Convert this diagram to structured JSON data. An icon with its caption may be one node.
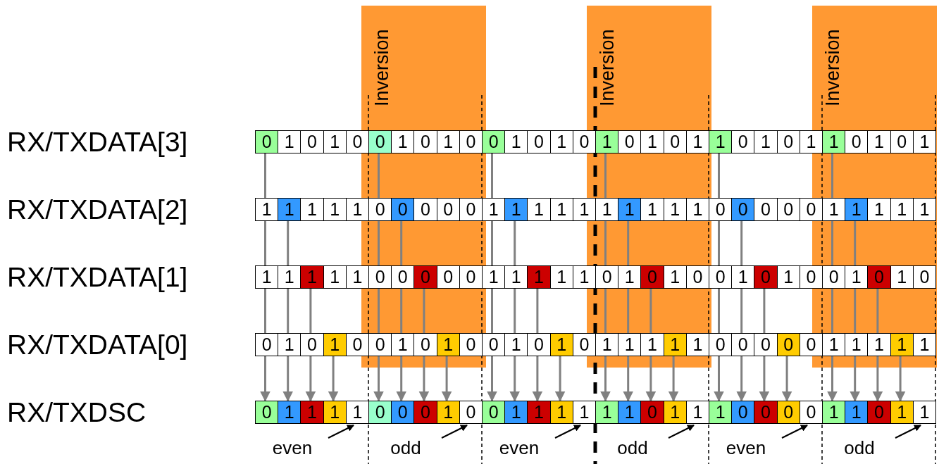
{
  "diagram": {
    "nodes": [
      {
        "text": [
          "Inversion"
        ]
      },
      {
        "text": [
          "Inversion"
        ]
      },
      {
        "text": [
          "Inversion"
        ]
      },
      {
        "text": [
          "0"
        ]
      },
      {
        "text": [
          "1"
        ]
      },
      {
        "text": [
          "0"
        ]
      },
      {
        "text": [
          "1"
        ]
      },
      {
        "text": [
          "0"
        ]
      },
      {
        "text": [
          "0"
        ]
      },
      {
        "text": [
          "1"
        ]
      },
      {
        "text": [
          "0"
        ]
      },
      {
        "text": [
          "1"
        ]
      },
      {
        "text": [
          "0"
        ]
      },
      {
        "text": [
          "0"
        ]
      },
      {
        "text": [
          "1"
        ]
      },
      {
        "text": [
          "0"
        ]
      },
      {
        "text": [
          "1"
        ]
      },
      {
        "text": [
          "0"
        ]
      },
      {
        "text": [
          "1"
        ]
      },
      {
        "text": [
          "0"
        ]
      },
      {
        "text": [
          "1"
        ]
      },
      {
        "text": [
          "0"
        ]
      },
      {
        "text": [
          "1"
        ]
      },
      {
        "text": [
          "1"
        ]
      },
      {
        "text": [
          "0"
        ]
      },
      {
        "text": [
          "1"
        ]
      },
      {
        "text": [
          "0"
        ]
      },
      {
        "text": [
          "1"
        ]
      },
      {
        "text": [
          "1"
        ]
      },
      {
        "text": [
          "0"
        ]
      },
      {
        "text": [
          "1"
        ]
      },
      {
        "text": [
          "0"
        ]
      },
      {
        "text": [
          "1"
        ]
      },
      {
        "text": [
          "1"
        ]
      },
      {
        "text": [
          "1"
        ]
      },
      {
        "text": [
          "1"
        ]
      },
      {
        "text": [
          "1"
        ]
      },
      {
        "text": [
          "1"
        ]
      },
      {
        "text": [
          "0"
        ]
      },
      {
        "text": [
          "0"
        ]
      },
      {
        "text": [
          "0"
        ]
      },
      {
        "text": [
          "0"
        ]
      },
      {
        "text": [
          "0"
        ]
      },
      {
        "text": [
          "1"
        ]
      },
      {
        "text": [
          "1"
        ]
      },
      {
        "text": [
          "1"
        ]
      },
      {
        "text": [
          "1"
        ]
      },
      {
        "text": [
          "1"
        ]
      },
      {
        "text": [
          "1"
        ]
      },
      {
        "text": [
          "1"
        ]
      },
      {
        "text": [
          "1"
        ]
      },
      {
        "text": [
          "1"
        ]
      },
      {
        "text": [
          "1"
        ]
      },
      {
        "text": [
          "0"
        ]
      },
      {
        "text": [
          "0"
        ]
      },
      {
        "text": [
          "0"
        ]
      },
      {
        "text": [
          "0"
        ]
      },
      {
        "text": [
          "0"
        ]
      },
      {
        "text": [
          "1"
        ]
      },
      {
        "text": [
          "1"
        ]
      },
      {
        "text": [
          "1"
        ]
      },
      {
        "text": [
          "1"
        ]
      },
      {
        "text": [
          "1"
        ]
      },
      {
        "text": [
          "1"
        ]
      },
      {
        "text": [
          "1"
        ]
      },
      {
        "text": [
          "1"
        ]
      },
      {
        "text": [
          "1"
        ]
      },
      {
        "text": [
          "1"
        ]
      },
      {
        "text": [
          "0"
        ]
      },
      {
        "text": [
          "0"
        ]
      },
      {
        "text": [
          "0"
        ]
      },
      {
        "text": [
          "0"
        ]
      },
      {
        "text": [
          "0"
        ]
      },
      {
        "text": [
          "1"
        ]
      },
      {
        "text": [
          "1"
        ]
      },
      {
        "text": [
          "1"
        ]
      },
      {
        "text": [
          "1"
        ]
      },
      {
        "text": [
          "1"
        ]
      },
      {
        "text": [
          "0"
        ]
      },
      {
        "text": [
          "1"
        ]
      },
      {
        "text": [
          "0"
        ]
      },
      {
        "text": [
          "1"
        ]
      },
      {
        "text": [
          "0"
        ]
      },
      {
        "text": [
          "0"
        ]
      },
      {
        "text": [
          "1"
        ]
      },
      {
        "text": [
          "0"
        ]
      },
      {
        "text": [
          "1"
        ]
      },
      {
        "text": [
          "0"
        ]
      },
      {
        "text": [
          "0"
        ]
      },
      {
        "text": [
          "1"
        ]
      },
      {
        "text": [
          "0"
        ]
      },
      {
        "text": [
          "1"
        ]
      },
      {
        "text": [
          "0"
        ]
      },
      {
        "text": [
          "0"
        ]
      },
      {
        "text": [
          "1"
        ]
      },
      {
        "text": [
          "0"
        ]
      },
      {
        "text": [
          "1"
        ]
      },
      {
        "text": [
          "0"
        ]
      },
      {
        "text": [
          "0"
        ]
      },
      {
        "text": [
          "1"
        ]
      },
      {
        "text": [
          "0"
        ]
      },
      {
        "text": [
          "1"
        ]
      },
      {
        "text": [
          "0"
        ]
      },
      {
        "text": [
          "0"
        ]
      },
      {
        "text": [
          "1"
        ]
      },
      {
        "text": [
          "0"
        ]
      },
      {
        "text": [
          "1"
        ]
      },
      {
        "text": [
          "0"
        ]
      },
      {
        "text": [
          "1"
        ]
      },
      {
        "text": [
          "1"
        ]
      },
      {
        "text": [
          "1"
        ]
      },
      {
        "text": [
          "1"
        ]
      },
      {
        "text": [
          "1"
        ]
      },
      {
        "text": [
          "0"
        ]
      },
      {
        "text": [
          "0"
        ]
      },
      {
        "text": [
          "0"
        ]
      },
      {
        "text": [
          "0"
        ]
      },
      {
        "text": [
          "0"
        ]
      },
      {
        "text": [
          "1"
        ]
      },
      {
        "text": [
          "1"
        ]
      },
      {
        "text": [
          "1"
        ]
      },
      {
        "text": [
          "1"
        ]
      },
      {
        "text": [
          "1"
        ]
      },
      {
        "text": [
          "0"
        ]
      },
      {
        "text": [
          "1"
        ]
      },
      {
        "text": [
          "1"
        ]
      },
      {
        "text": [
          "1"
        ]
      },
      {
        "text": [
          "1"
        ]
      },
      {
        "text": [
          "0"
        ]
      },
      {
        "text": [
          "0"
        ]
      },
      {
        "text": [
          "0"
        ]
      },
      {
        "text": [
          "1"
        ]
      },
      {
        "text": [
          "0"
        ]
      },
      {
        "text": [
          "0"
        ]
      },
      {
        "text": [
          "1"
        ]
      },
      {
        "text": [
          "1"
        ]
      },
      {
        "text": [
          "1"
        ]
      },
      {
        "text": [
          "1"
        ]
      },
      {
        "text": [
          "1"
        ]
      },
      {
        "text": [
          "1"
        ]
      },
      {
        "text": [
          "0"
        ]
      },
      {
        "text": [
          "1"
        ]
      },
      {
        "text": [
          "1"
        ]
      },
      {
        "text": [
          "1"
        ]
      },
      {
        "text": [
          "0"
        ]
      },
      {
        "text": [
          "0"
        ]
      },
      {
        "text": [
          "0"
        ]
      },
      {
        "text": [
          "0"
        ]
      },
      {
        "text": [
          "1"
        ]
      },
      {
        "text": [
          "1"
        ]
      },
      {
        "text": [
          "0"
        ]
      },
      {
        "text": [
          "1"
        ]
      },
      {
        "text": [
          "1"
        ]
      },
      {
        "text": [
          "even"
        ]
      },
      {
        "text": [
          "odd"
        ]
      },
      {
        "text": [
          "even"
        ]
      },
      {
        "text": [
          "odd"
        ]
      },
      {
        "text": [
          "even"
        ]
      },
      {
        "text": [
          "odd"
        ]
      }
    ],
    "edges": [
      {
        "from": 3,
        "to": 33,
        "arrow": "none"
      },
      {
        "from": 33,
        "to": 63,
        "arrow": "none"
      },
      {
        "from": 63,
        "to": 93,
        "arrow": "none"
      },
      {
        "from": 93,
        "to": 123,
        "arrow": "to"
      },
      {
        "from": 34,
        "to": 64,
        "arrow": "none"
      },
      {
        "from": 64,
        "to": 94,
        "arrow": "none"
      },
      {
        "from": 94,
        "to": 124,
        "arrow": "to"
      },
      {
        "from": 65,
        "to": 95,
        "arrow": "none"
      },
      {
        "from": 95,
        "to": 125,
        "arrow": "to"
      },
      {
        "from": 96,
        "to": 126,
        "arrow": "to"
      },
      {
        "from": 8,
        "to": 38,
        "arrow": "none"
      },
      {
        "from": 38,
        "to": 68,
        "arrow": "none"
      },
      {
        "from": 68,
        "to": 98,
        "arrow": "none"
      },
      {
        "from": 98,
        "to": 128,
        "arrow": "to"
      },
      {
        "from": 39,
        "to": 69,
        "arrow": "none"
      },
      {
        "from": 69,
        "to": 99,
        "arrow": "none"
      },
      {
        "from": 99,
        "to": 129,
        "arrow": "to"
      },
      {
        "from": 70,
        "to": 100,
        "arrow": "none"
      },
      {
        "from": 100,
        "to": 130,
        "arrow": "to"
      },
      {
        "from": 101,
        "to": 131,
        "arrow": "to"
      },
      {
        "from": 13,
        "to": 43,
        "arrow": "none"
      },
      {
        "from": 43,
        "to": 73,
        "arrow": "none"
      },
      {
        "from": 73,
        "to": 103,
        "arrow": "none"
      },
      {
        "from": 103,
        "to": 133,
        "arrow": "to"
      },
      {
        "from": 44,
        "to": 74,
        "arrow": "none"
      },
      {
        "from": 74,
        "to": 104,
        "arrow": "none"
      },
      {
        "from": 104,
        "to": 134,
        "arrow": "to"
      },
      {
        "from": 75,
        "to": 105,
        "arrow": "none"
      },
      {
        "from": 105,
        "to": 135,
        "arrow": "to"
      },
      {
        "from": 106,
        "to": 136,
        "arrow": "to"
      },
      {
        "from": 18,
        "to": 48,
        "arrow": "none"
      },
      {
        "from": 48,
        "to": 78,
        "arrow": "none"
      },
      {
        "from": 78,
        "to": 108,
        "arrow": "none"
      },
      {
        "from": 108,
        "to": 138,
        "arrow": "to"
      },
      {
        "from": 49,
        "to": 79,
        "arrow": "none"
      },
      {
        "from": 79,
        "to": 109,
        "arrow": "none"
      },
      {
        "from": 109,
        "to": 139,
        "arrow": "to"
      },
      {
        "from": 80,
        "to": 110,
        "arrow": "none"
      },
      {
        "from": 110,
        "to": 140,
        "arrow": "to"
      },
      {
        "from": 111,
        "to": 141,
        "arrow": "to"
      },
      {
        "from": 23,
        "to": 53,
        "arrow": "none"
      },
      {
        "from": 53,
        "to": 83,
        "arrow": "none"
      },
      {
        "from": 83,
        "to": 113,
        "arrow": "none"
      },
      {
        "from": 113,
        "to": 143,
        "arrow": "to"
      },
      {
        "from": 54,
        "to": 84,
        "arrow": "none"
      },
      {
        "from": 84,
        "to": 114,
        "arrow": "none"
      },
      {
        "from": 114,
        "to": 144,
        "arrow": "to"
      },
      {
        "from": 85,
        "to": 115,
        "arrow": "none"
      },
      {
        "from": 115,
        "to": 145,
        "arrow": "to"
      },
      {
        "from": 116,
        "to": 146,
        "arrow": "to"
      },
      {
        "from": 28,
        "to": 58,
        "arrow": "none"
      },
      {
        "from": 58,
        "to": 88,
        "arrow": "none"
      },
      {
        "from": 88,
        "to": 118,
        "arrow": "none"
      },
      {
        "from": 118,
        "to": 148,
        "arrow": "to"
      },
      {
        "from": 59,
        "to": 89,
        "arrow": "none"
      },
      {
        "from": 89,
        "to": 119,
        "arrow": "none"
      },
      {
        "from": 119,
        "to": 149,
        "arrow": "to"
      },
      {
        "from": 90,
        "to": 120,
        "arrow": "none"
      },
      {
        "from": 120,
        "to": 150,
        "arrow": "to"
      },
      {
        "from": 121,
        "to": 151,
        "arrow": "to"
      },
      {
        "from": 153,
        "to": 127,
        "arrow": "to",
        "color": "#000000"
      },
      {
        "from": 154,
        "to": 132,
        "arrow": "to",
        "color": "#000000"
      },
      {
        "from": 155,
        "to": 137,
        "arrow": "to",
        "color": "#000000"
      },
      {
        "from": 156,
        "to": 142,
        "arrow": "to",
        "color": "#000000"
      },
      {
        "from": 157,
        "to": 147,
        "arrow": "to",
        "color": "#000000"
      },
      {
        "from": 158,
        "to": 152,
        "arrow": "to",
        "color": "#000000"
      }
    ],
    "labels": [
      "RX/TXDATA[3]",
      "RX/TXDATA[2]",
      "RX/TXDATA[1]",
      "RX/TXDATA[0]",
      "RX/TXDSC"
    ]
  }
}
